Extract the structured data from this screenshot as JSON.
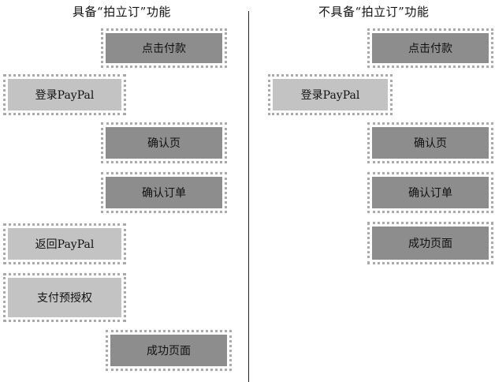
{
  "left_panel": {
    "title": "具备“拍立订”功能",
    "steps": [
      {
        "label": "点击付款",
        "tone": "dark"
      },
      {
        "label": "登录PayPal",
        "tone": "light"
      },
      {
        "label": "确认页",
        "tone": "dark"
      },
      {
        "label": "确认订单",
        "tone": "dark"
      },
      {
        "label": "返回PayPal",
        "tone": "light"
      },
      {
        "label": "支付预授权",
        "tone": "light"
      },
      {
        "label": "成功页面",
        "tone": "dark"
      }
    ]
  },
  "right_panel": {
    "title": "不具备“拍立订”功能",
    "steps": [
      {
        "label": "点击付款",
        "tone": "dark"
      },
      {
        "label": "登录PayPal",
        "tone": "light"
      },
      {
        "label": "确认页",
        "tone": "dark"
      },
      {
        "label": "确认订单",
        "tone": "dark"
      },
      {
        "label": "成功页面",
        "tone": "dark"
      }
    ]
  }
}
